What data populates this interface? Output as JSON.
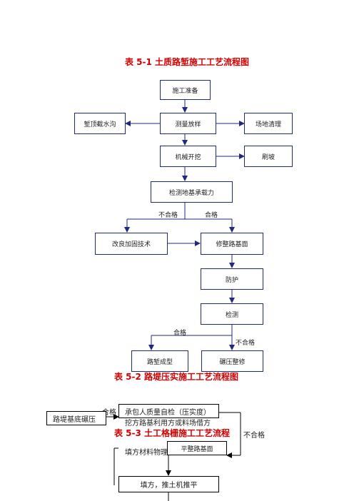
{
  "titles": {
    "t1": "表 5-1  土质路堑施工工艺流程图",
    "t2": "表 5-2    路堤压实施工工艺流程图",
    "t3": "表 5-3  土工格栅施工工艺流程"
  },
  "flow1": {
    "prep": "施工准备",
    "ditch": "堑顶截水沟",
    "survey": "测量放样",
    "clear": "场地清理",
    "excavate": "机械开挖",
    "slope": "刷坡",
    "bearing": "检测地基承载力",
    "fail": "不合格",
    "pass": "合格",
    "improve": "改良加固技术",
    "trim": "修整路基面",
    "protect": "防护",
    "inspect": "检测",
    "pass2": "合格",
    "fail2": "不合格",
    "formed": "路堑成型",
    "recompact": "碾压整修"
  },
  "flow2": {
    "pass": "合格",
    "base_compact": "路堤基底碾压",
    "selfcheck": "承包人质量自检（压实度）",
    "overlap_text": "挖方路基利用方或料场借方",
    "fill_material": "填方材料物理",
    "level": "平整路基面",
    "fail": "不合格",
    "fill_push": "填方，推土机推平"
  }
}
